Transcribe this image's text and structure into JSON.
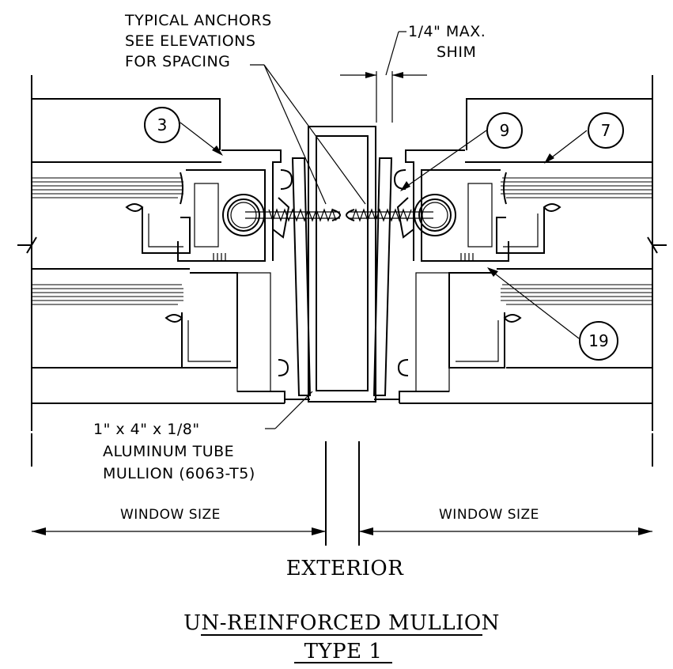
{
  "notes": {
    "anchors": [
      "TYPICAL ANCHORS",
      "SEE ELEVATIONS",
      "FOR SPACING"
    ],
    "shim": [
      "1/4\" MAX.",
      "SHIM"
    ],
    "tube": [
      "1\" x 4\" x 1/8\"",
      "ALUMINUM TUBE",
      "MULLION (6063-T5)"
    ]
  },
  "tags": {
    "t3": "3",
    "t9": "9",
    "t7": "7",
    "t19": "19"
  },
  "dimensions": {
    "left": "WINDOW SIZE",
    "right": "WINDOW SIZE"
  },
  "labels": {
    "exterior": "EXTERIOR",
    "title": "UN-REINFORCED MULLION",
    "subtitle": "TYPE 1"
  }
}
